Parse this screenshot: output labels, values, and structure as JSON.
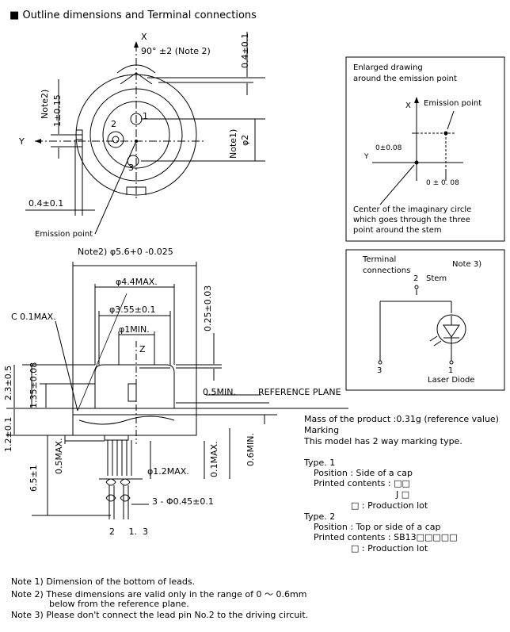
{
  "header": {
    "bullet": "■",
    "title": "Outline dimensions and Terminal connections"
  },
  "top_view": {
    "x_axis": "X",
    "y_axis": "Y",
    "angle": "90°  ±2 (Note 2)",
    "note2_offset": "Note2)",
    "offset_value": "1±0.15",
    "top_offset": "0.4±0.1",
    "note1_diameter": "Note1)",
    "diameter_value": "φ2",
    "left_offset": "0.4±0.1",
    "pin1": "1",
    "pin2": "2",
    "pin3": "3",
    "emission_point": "Emission point"
  },
  "enlarged": {
    "title_line1": "Enlarged drawing",
    "title_line2": "around the emission point",
    "x_label": "X",
    "y_label": "Y",
    "emission_label": "Emission point",
    "tol_y": "0±0.08",
    "tol_x": "0 ± 0. 08",
    "caption_line1": "Center of the imaginary circle",
    "caption_line2": "which goes through the three",
    "caption_line3": "point around the stem"
  },
  "side_view": {
    "outer_dia": "Note2) φ5.6+0  -0.025",
    "cap_dia": "φ4.4MAX.",
    "window_dia": "φ3.55±0.1",
    "inner_dia": "φ1MIN.",
    "z_axis": "Z",
    "chamfer": "C  0.1MAX.",
    "height_cap": "0.25±0.03",
    "min_gap": "0.5MIN.",
    "reference_plane": "REFERENCE PLANE",
    "h_total": "2.3±0.5",
    "h_cap": "1.35±0.08",
    "h_flange": "1.2±0.1",
    "lead_length": "6.5±1",
    "lead_max": "0.5MAX.",
    "lead_circle": "φ1.2MAX.",
    "lead_gap_max": "0.1MAX.",
    "lead_gap_min": "0.6MIN.",
    "lead_dia": "3 - Φ0.45±0.1",
    "lead_labels": "2     1.  3"
  },
  "terminal": {
    "title_line1": "Terminal",
    "title_line2": "connections",
    "note": "Note 3)",
    "pin2_num": "2",
    "stem": "Stem",
    "pin3_num": "3",
    "pin1_num": "1",
    "laser_diode": "Laser Diode"
  },
  "specs": {
    "mass": "Mass of the product :0.31g (reference value)",
    "marking": "Marking",
    "marking_desc": "This model has 2 way marking type.",
    "type1": "Type. 1",
    "type1_position": "Position : Side of a cap",
    "type1_printed": "Printed contents : □□",
    "type1_j": "J □",
    "type1_lot": "□ :  Production lot",
    "type2": "Type. 2",
    "type2_position": "Position : Top or side of a cap",
    "type2_printed": "Printed contents :  SB13□□□□□",
    "type2_lot": "□ :  Production lot"
  },
  "notes": {
    "note1": "Note 1) Dimension of the bottom of leads.",
    "note2": "Note 2) These dimensions are valid only in the range of 0 ～ 0.6mm",
    "note2b": "below from the reference plane.",
    "note3": "Note 3) Please don't connect the lead pin No.2 to the driving circuit."
  }
}
